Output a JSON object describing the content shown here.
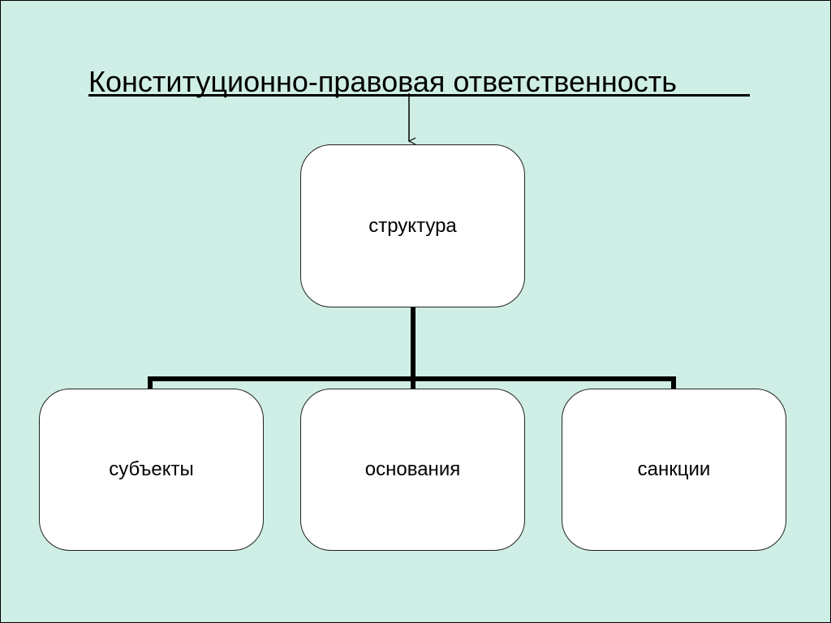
{
  "diagram": {
    "title": "Конституционно-правовая ответственность",
    "root": {
      "label": "структура"
    },
    "children": [
      {
        "label": "субъекты"
      },
      {
        "label": "основания"
      },
      {
        "label": "санкции"
      }
    ]
  },
  "colors": {
    "background": "#cfeee6",
    "node_fill": "#ffffff",
    "line": "#000000"
  }
}
